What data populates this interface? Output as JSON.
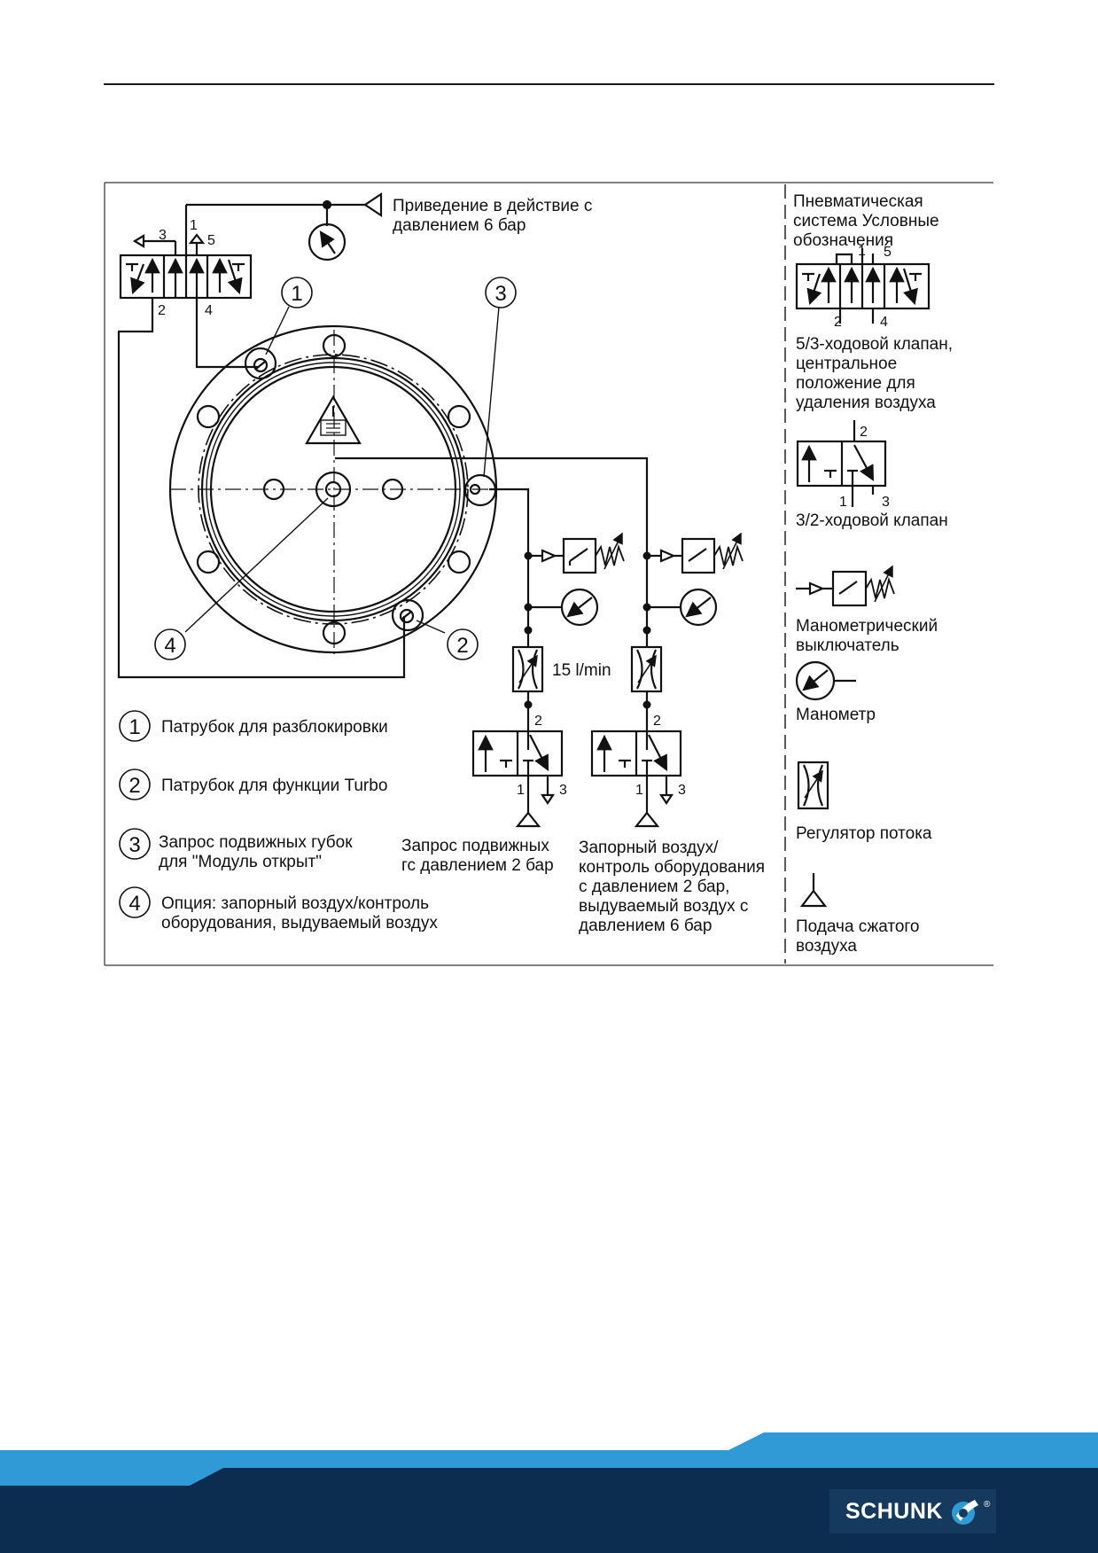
{
  "colors": {
    "line": "#111111",
    "footer_light": "#2f9bd6",
    "footer_dark": "#0d2d50",
    "logo_bg": "#163a5e"
  },
  "diagram": {
    "actuation_label": [
      "Приведение в действие с",
      "давлением 6 бар"
    ],
    "valve_ports": {
      "p3": "3",
      "p1": "1",
      "p5": "5",
      "p2": "2",
      "p4": "4"
    },
    "callouts": [
      "1",
      "2",
      "3",
      "4"
    ],
    "flow_rate": "15 l/min",
    "sub_ports": {
      "p2": "2",
      "p1": "1",
      "p3": "3"
    },
    "legend_items": [
      {
        "num": "1",
        "lines": [
          "Патрубок для разблокировки"
        ]
      },
      {
        "num": "2",
        "lines": [
          "Патрубок для функции Turbo"
        ]
      },
      {
        "num": "3",
        "lines": [
          "Запрос подвижных губок",
          "для \"Модуль открыт\""
        ]
      },
      {
        "num": "4",
        "lines": [
          "Опция: запорный воздух/контроль",
          "оборудования, выдуваемый воздух"
        ]
      }
    ],
    "branch_left_label": [
      "Запрос подвижных",
      "гс давлением 2 бар"
    ],
    "branch_right_label": [
      "Запорный воздух/",
      "контроль оборудования",
      "с давлением 2 бар,",
      "выдуваемый воздух с",
      "давлением 6 бар"
    ]
  },
  "symbols_panel": {
    "title": [
      "Пневматическая",
      "система Условные",
      "обозначения"
    ],
    "valve53": {
      "ports": {
        "p1": "1",
        "p5": "5",
        "p2": "2",
        "p4": "4"
      },
      "caption": [
        "5/3-ходовой клапан,",
        "центральное",
        "положение для",
        "удаления воздуха"
      ]
    },
    "valve32": {
      "ports": {
        "p2": "2",
        "p1": "1",
        "p3": "3"
      },
      "caption": [
        "3/2-ходовой клапан"
      ]
    },
    "pressure_switch": [
      "Манометрический",
      "выключатель"
    ],
    "manometer": [
      "Манометр"
    ],
    "flow_regulator": [
      "Регулятор потока"
    ],
    "air_supply": [
      "Подача сжатого",
      "воздуха"
    ]
  },
  "footer": {
    "logo_text": "SCHUNK",
    "logo_reg": "®"
  }
}
